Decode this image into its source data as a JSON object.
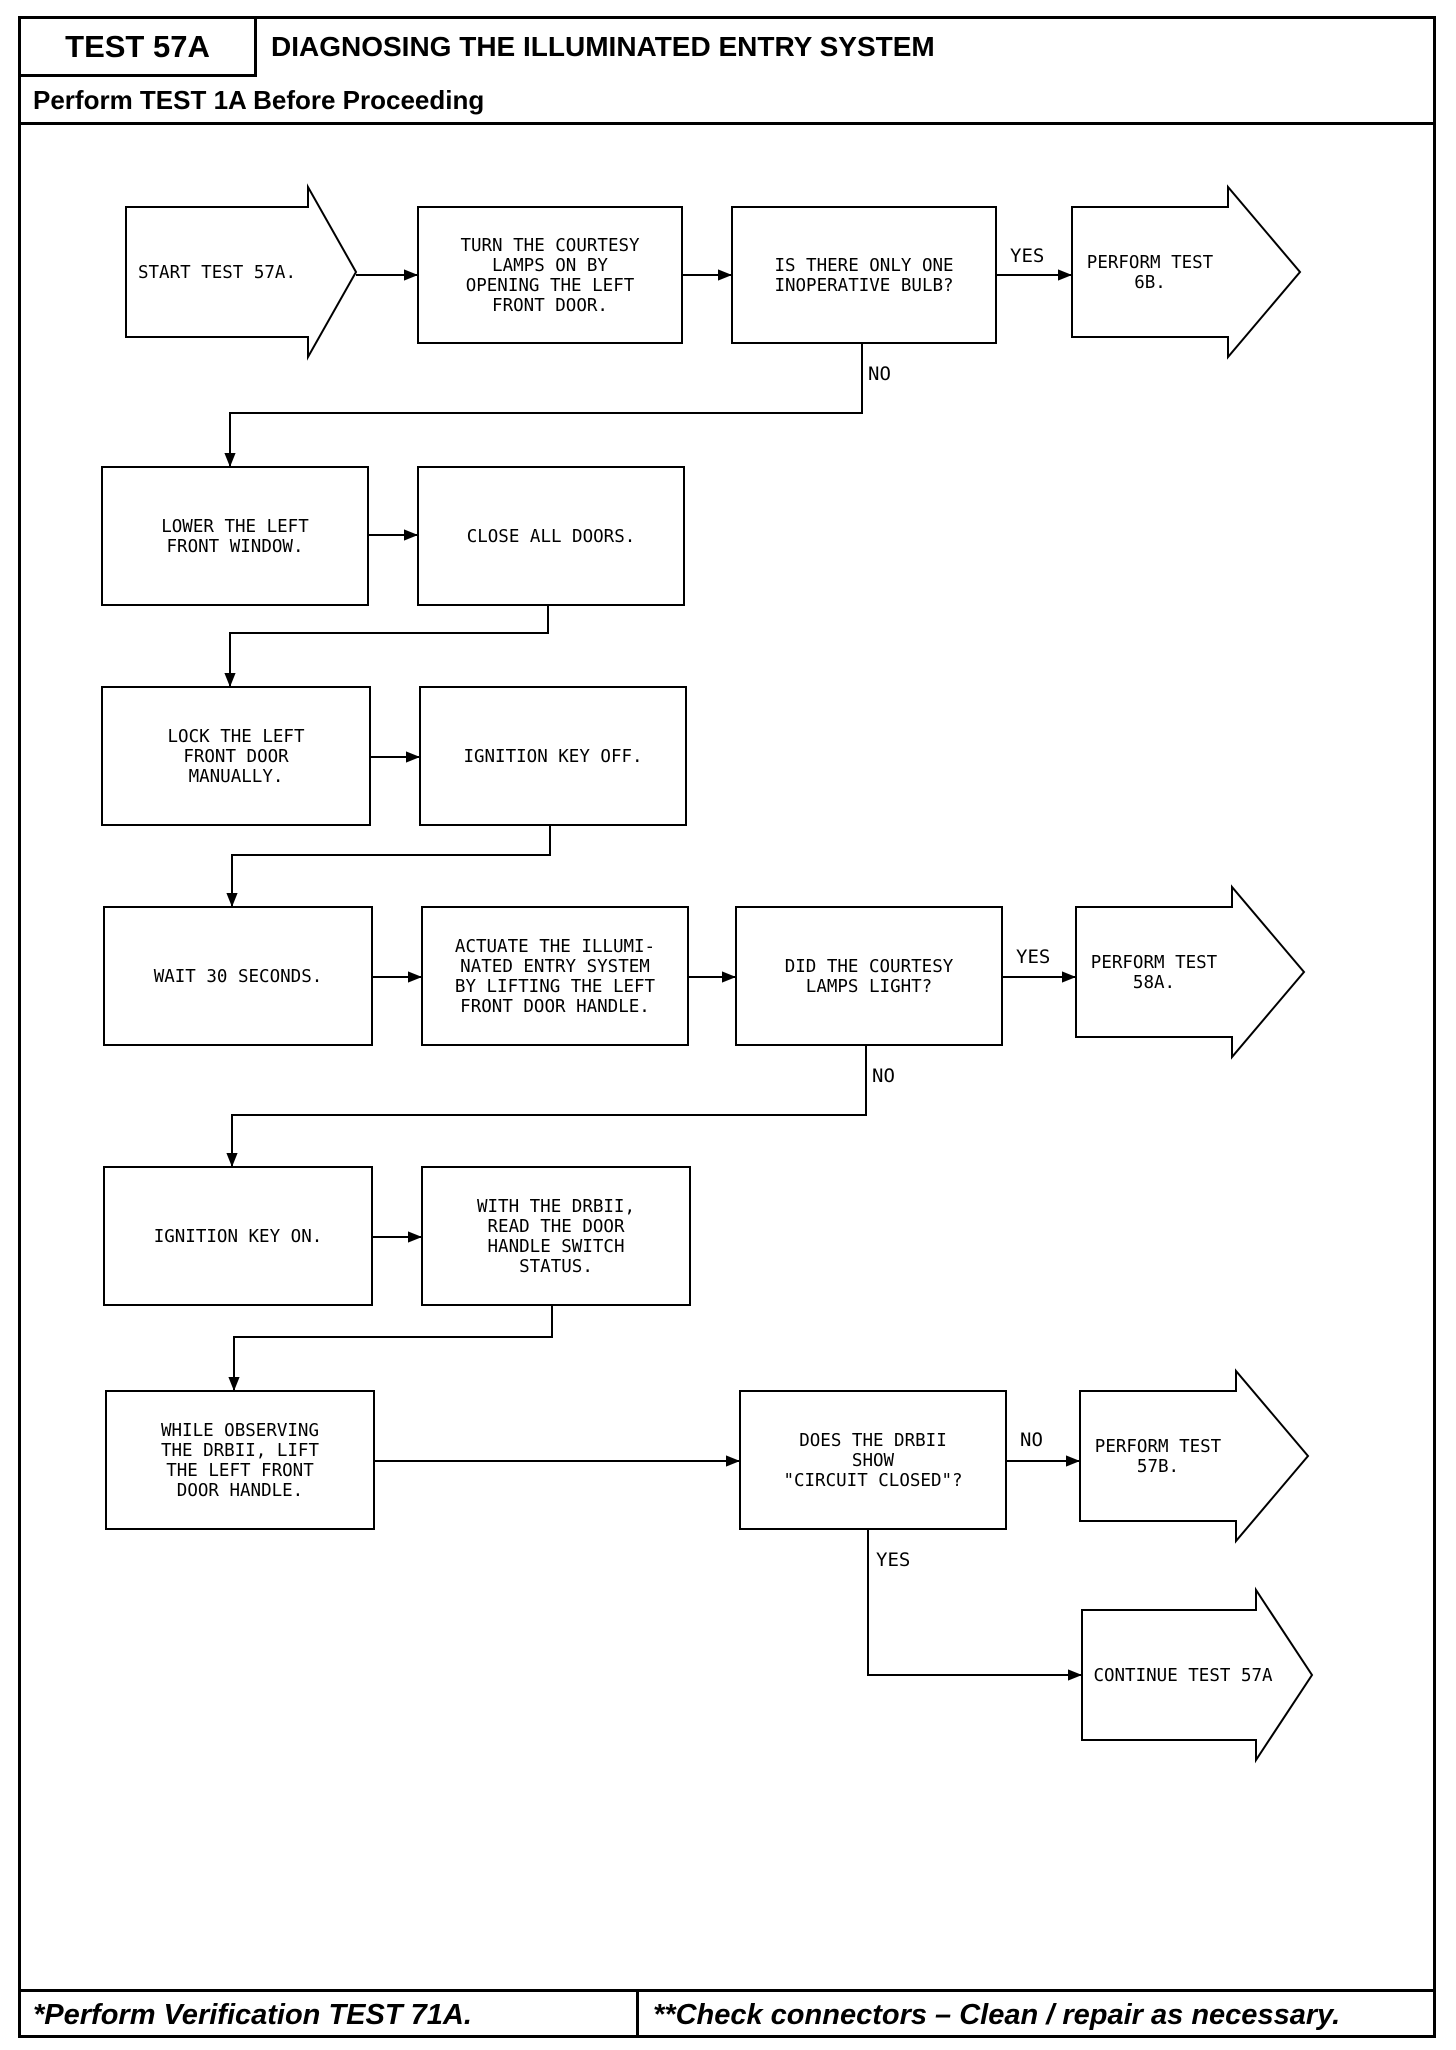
{
  "header": {
    "test_id": "TEST 57A",
    "title": "DIAGNOSING THE ILLUMINATED ENTRY SYSTEM",
    "prerequisite": "Perform TEST 1A Before Proceeding"
  },
  "footer": {
    "left": "*Perform Verification TEST 71A.",
    "right": "**Check connectors – Clean / repair as necessary."
  },
  "flowchart": {
    "start": [
      "START TEST 57A."
    ],
    "turn_on_lamps": [
      "TURN THE COURTESY",
      "LAMPS ON BY",
      "OPENING THE LEFT",
      "FRONT DOOR."
    ],
    "q_one_bulb": [
      "IS THERE ONLY ONE",
      "INOPERATIVE BULB?"
    ],
    "perform_6b": [
      "PERFORM TEST",
      "6B."
    ],
    "lower_window": [
      "LOWER THE LEFT",
      "FRONT WINDOW."
    ],
    "close_doors": [
      "CLOSE ALL DOORS."
    ],
    "lock_door": [
      "LOCK THE LEFT",
      "FRONT DOOR",
      "MANUALLY."
    ],
    "key_off": [
      "IGNITION KEY OFF."
    ],
    "wait": [
      "WAIT 30 SECONDS."
    ],
    "actuate": [
      "ACTUATE THE ILLUMI-",
      "NATED ENTRY SYSTEM",
      "BY LIFTING THE LEFT",
      "FRONT DOOR HANDLE."
    ],
    "q_lamps_light": [
      "DID THE COURTESY",
      "LAMPS LIGHT?"
    ],
    "perform_58a": [
      "PERFORM TEST",
      "58A."
    ],
    "key_on": [
      "IGNITION KEY ON."
    ],
    "read_status": [
      "WITH THE DRBII,",
      "READ THE DOOR",
      "HANDLE SWITCH",
      "STATUS."
    ],
    "observe": [
      "WHILE OBSERVING",
      "THE DRBII, LIFT",
      "THE LEFT FRONT",
      "DOOR HANDLE."
    ],
    "q_circuit": [
      "DOES THE DRBII",
      "SHOW",
      "\"CIRCUIT CLOSED\"?"
    ],
    "perform_57b": [
      "PERFORM TEST",
      "57B."
    ],
    "continue_57a": [
      "CONTINUE TEST 57A"
    ],
    "labels": {
      "yes1": "YES",
      "no1": "NO",
      "yes2": "YES",
      "no2": "NO",
      "no3": "NO",
      "yes3": "YES"
    }
  }
}
